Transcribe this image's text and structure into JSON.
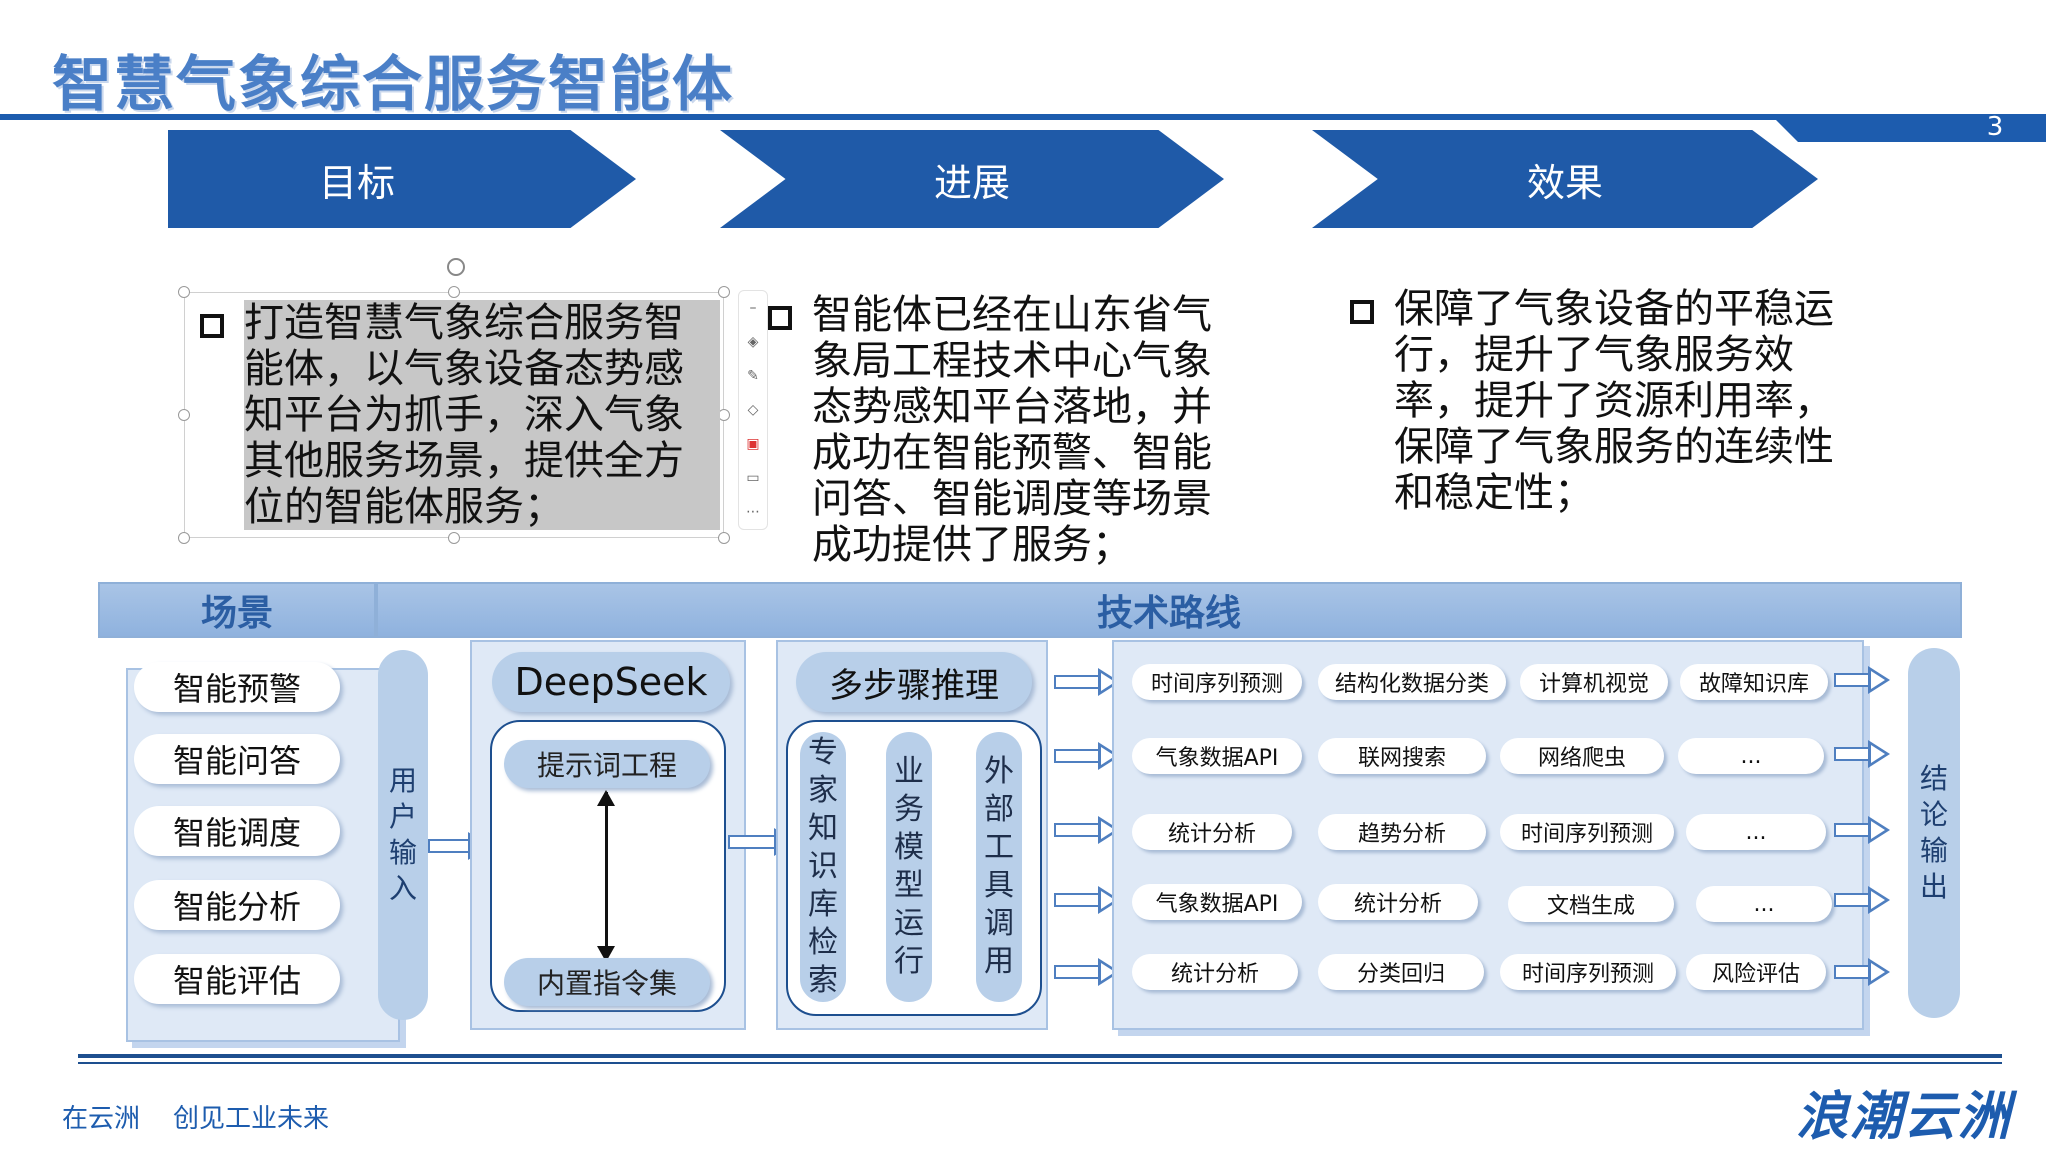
{
  "header": {
    "title": "智慧气象综合服务智能体",
    "page_number": "3"
  },
  "chevrons": {
    "goal": "目标",
    "progress": "进展",
    "effect": "效果"
  },
  "bullets": {
    "goal": "打造智慧气象综合服务智能体，以气象设备态势感知平台为抓手，深入气象其他服务场景，提供全方位的智能体服务；",
    "progress": "智能体已经在山东省气象局工程技术中心气象态势感知平台落地，并成功在智能预警、智能问答、智能调度等场景成功提供了服务；",
    "effect": "保障了气象设备的平稳运行，提升了气象服务效率，提升了资源利用率，保障了气象服务的连续性和稳定性；"
  },
  "section": {
    "scene_header": "场景",
    "tech_header": "技术路线"
  },
  "scenes": [
    "智能预警",
    "智能问答",
    "智能调度",
    "智能分析",
    "智能评估"
  ],
  "user_input": "用户输入",
  "output": "结论输出",
  "deepseek": {
    "title": "DeepSeek",
    "top": "提示词工程",
    "bottom": "内置指令集"
  },
  "reasoning": {
    "title": "多步骤推理",
    "items": [
      "专家知识库检索",
      "业务模型运行",
      "外部工具调用"
    ]
  },
  "tech_grid": [
    [
      "时间序列预测",
      "结构化数据分类",
      "计算机视觉",
      "故障知识库"
    ],
    [
      "气象数据API",
      "联网搜索",
      "网络爬虫",
      "..."
    ],
    [
      "统计分析",
      "趋势分析",
      "时间序列预测",
      "..."
    ],
    [
      "气象数据API",
      "统计分析",
      "文档生成",
      "..."
    ],
    [
      "统计分析",
      "分类回归",
      "时间序列预测",
      "风险评估"
    ]
  ],
  "footer": {
    "slogan": "在云洲    创见工业未来",
    "brand": "浪潮云洲"
  },
  "colors": {
    "primary": "#1f5aa8",
    "light": "#dfe9f6",
    "pill": "#b8cfe9"
  }
}
